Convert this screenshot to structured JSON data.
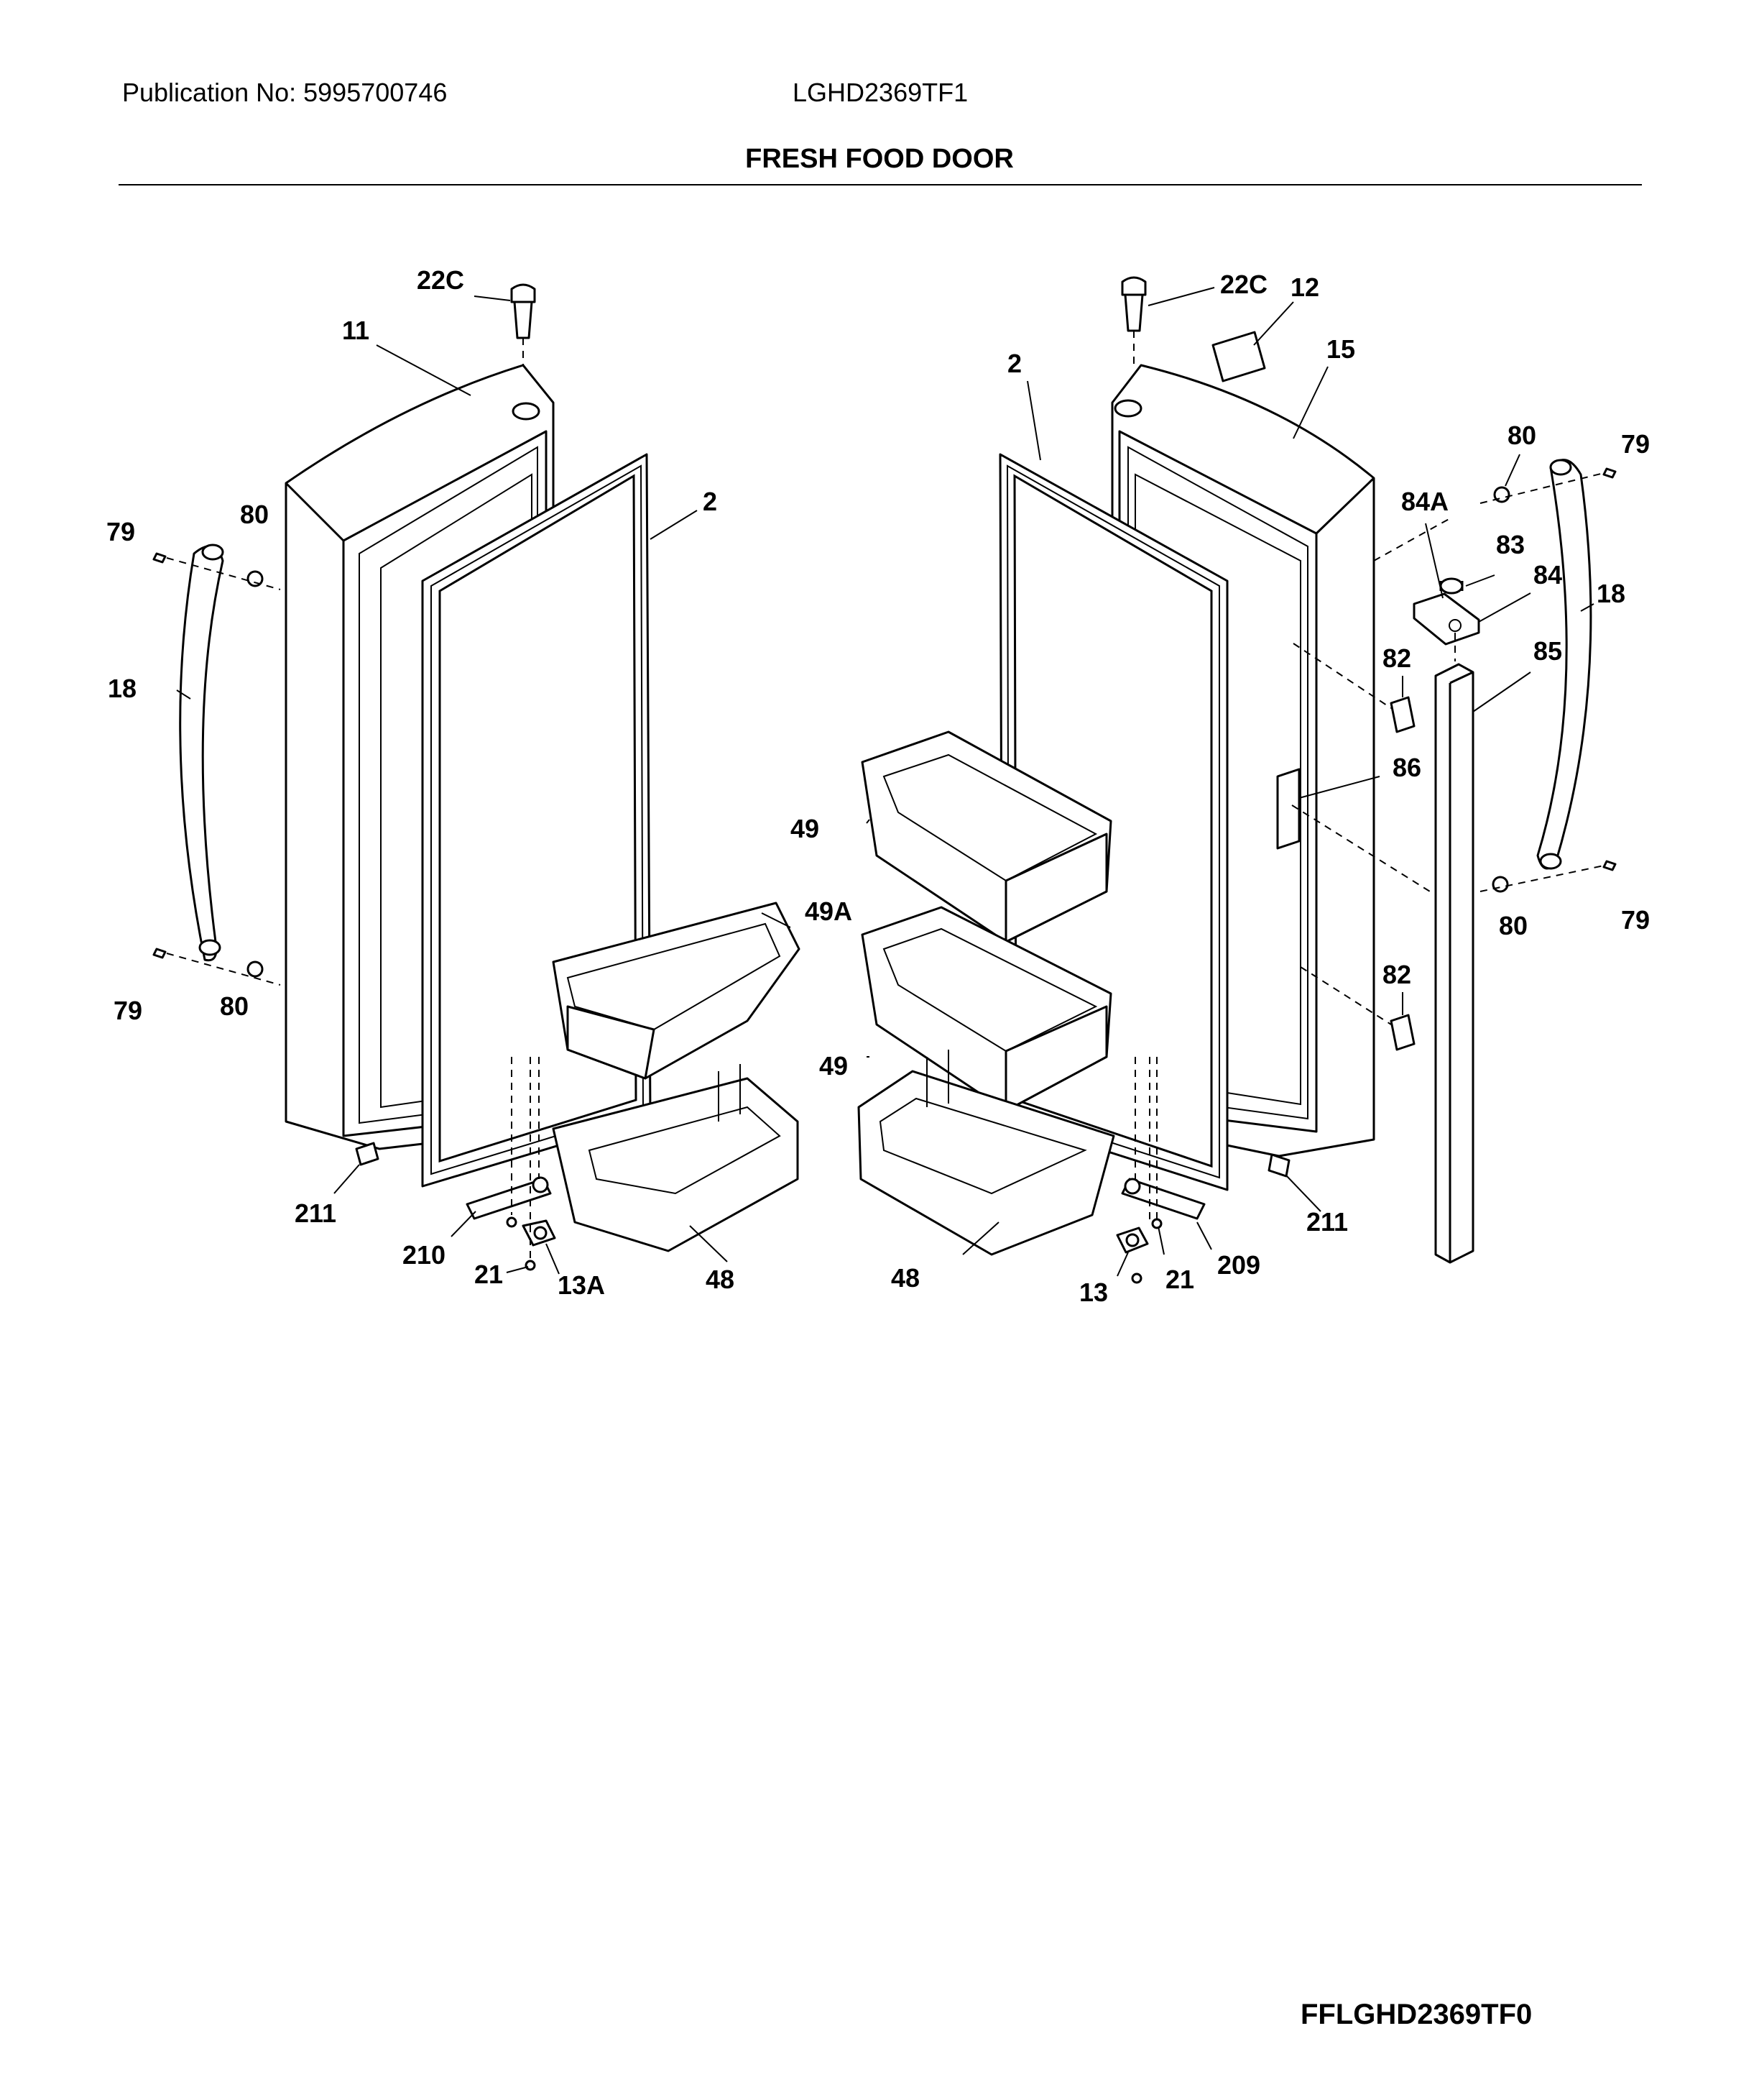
{
  "header": {
    "publication": "Publication No: 5995700746",
    "model": "LGHD2369TF1"
  },
  "title": "FRESH FOOD DOOR",
  "footer_code": "FFLGHD2369TF0",
  "callouts": {
    "left_door": [
      "22C",
      "11",
      "2",
      "79",
      "80",
      "18",
      "79",
      "80",
      "49A",
      "211",
      "210",
      "21",
      "13A",
      "48"
    ],
    "right_door": [
      "22C",
      "12",
      "15",
      "2",
      "80",
      "79",
      "84A",
      "83",
      "84",
      "18",
      "82",
      "85",
      "86",
      "49",
      "49",
      "80",
      "79",
      "82",
      "211",
      "48",
      "13",
      "21",
      "209"
    ]
  }
}
